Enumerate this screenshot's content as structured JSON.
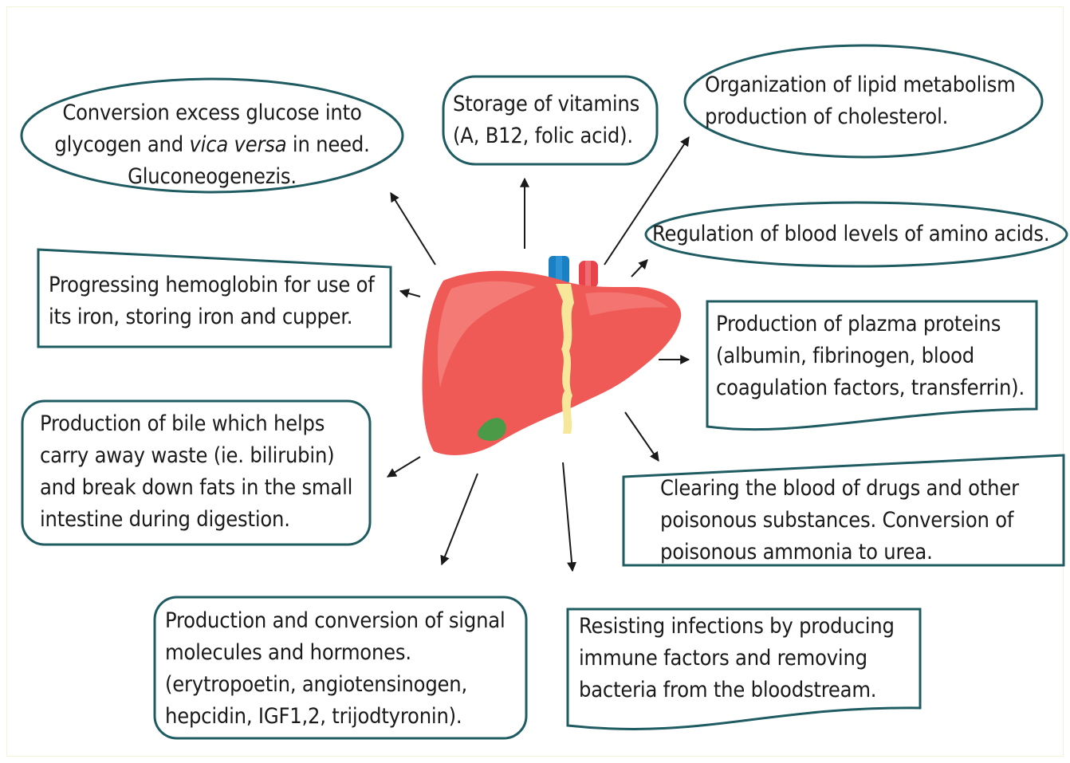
{
  "diagram": {
    "colors": {
      "border": "#1f5c62",
      "liver": "#ef5a57",
      "liver_highlight": "#f58580",
      "gallbladder": "#4a9a48",
      "vein": "#1b7fc4",
      "artery": "#e8424a",
      "bile_duct": "#f6e79a",
      "arrow": "#1a1a1a"
    },
    "center": {
      "icon": "liver-icon"
    },
    "functions": {
      "glycogen": {
        "shape": "ellipse",
        "line1": "Conversion excess glucose into",
        "line2_a": "glycogen and ",
        "line2_italic": "vica versa",
        "line2_b": " in need.",
        "line3": "Gluconeogenezis."
      },
      "vitamins": {
        "shape": "rounded-rect",
        "line1": "Storage of vitamins",
        "line2": "(A, B12, folic acid)."
      },
      "lipid": {
        "shape": "ellipse",
        "line1": "Organization of lipid metabolism",
        "line2": "production of cholesterol."
      },
      "amino": {
        "shape": "ellipse",
        "line1": "Regulation of blood levels of amino acids."
      },
      "hemoglobin": {
        "shape": "rect",
        "line1": "Progressing hemoglobin for use of",
        "line2": "its iron, storing iron and cupper."
      },
      "plasma": {
        "shape": "document",
        "line1": "Production of plazma proteins",
        "line2": "(albumin, fibrinogen, blood",
        "line3": "coagulation factors, transferrin)."
      },
      "bile": {
        "shape": "rounded-rect",
        "line1": "Production of bile which helps",
        "line2": "carry away waste (ie. bilirubin)",
        "line3": "and break down fats in the small",
        "line4": "intestine during digestion."
      },
      "clearing": {
        "shape": "rect",
        "line1": "Clearing the blood of drugs and other",
        "line2": "poisonous substances. Conversion of",
        "line3": "poisonous ammonia to urea."
      },
      "signal": {
        "shape": "rounded-rect",
        "line1": "Production and conversion of signal",
        "line2": "molecules and  hormones.",
        "line3": "(erytropoetin, angiotensinogen,",
        "line4": "hepcidin, IGF1,2, trijodtyronin)."
      },
      "infection": {
        "shape": "document",
        "line1": "Resisting infections by producing",
        "line2": "immune factors and removing",
        "line3": "bacteria from the bloodstream."
      }
    }
  }
}
